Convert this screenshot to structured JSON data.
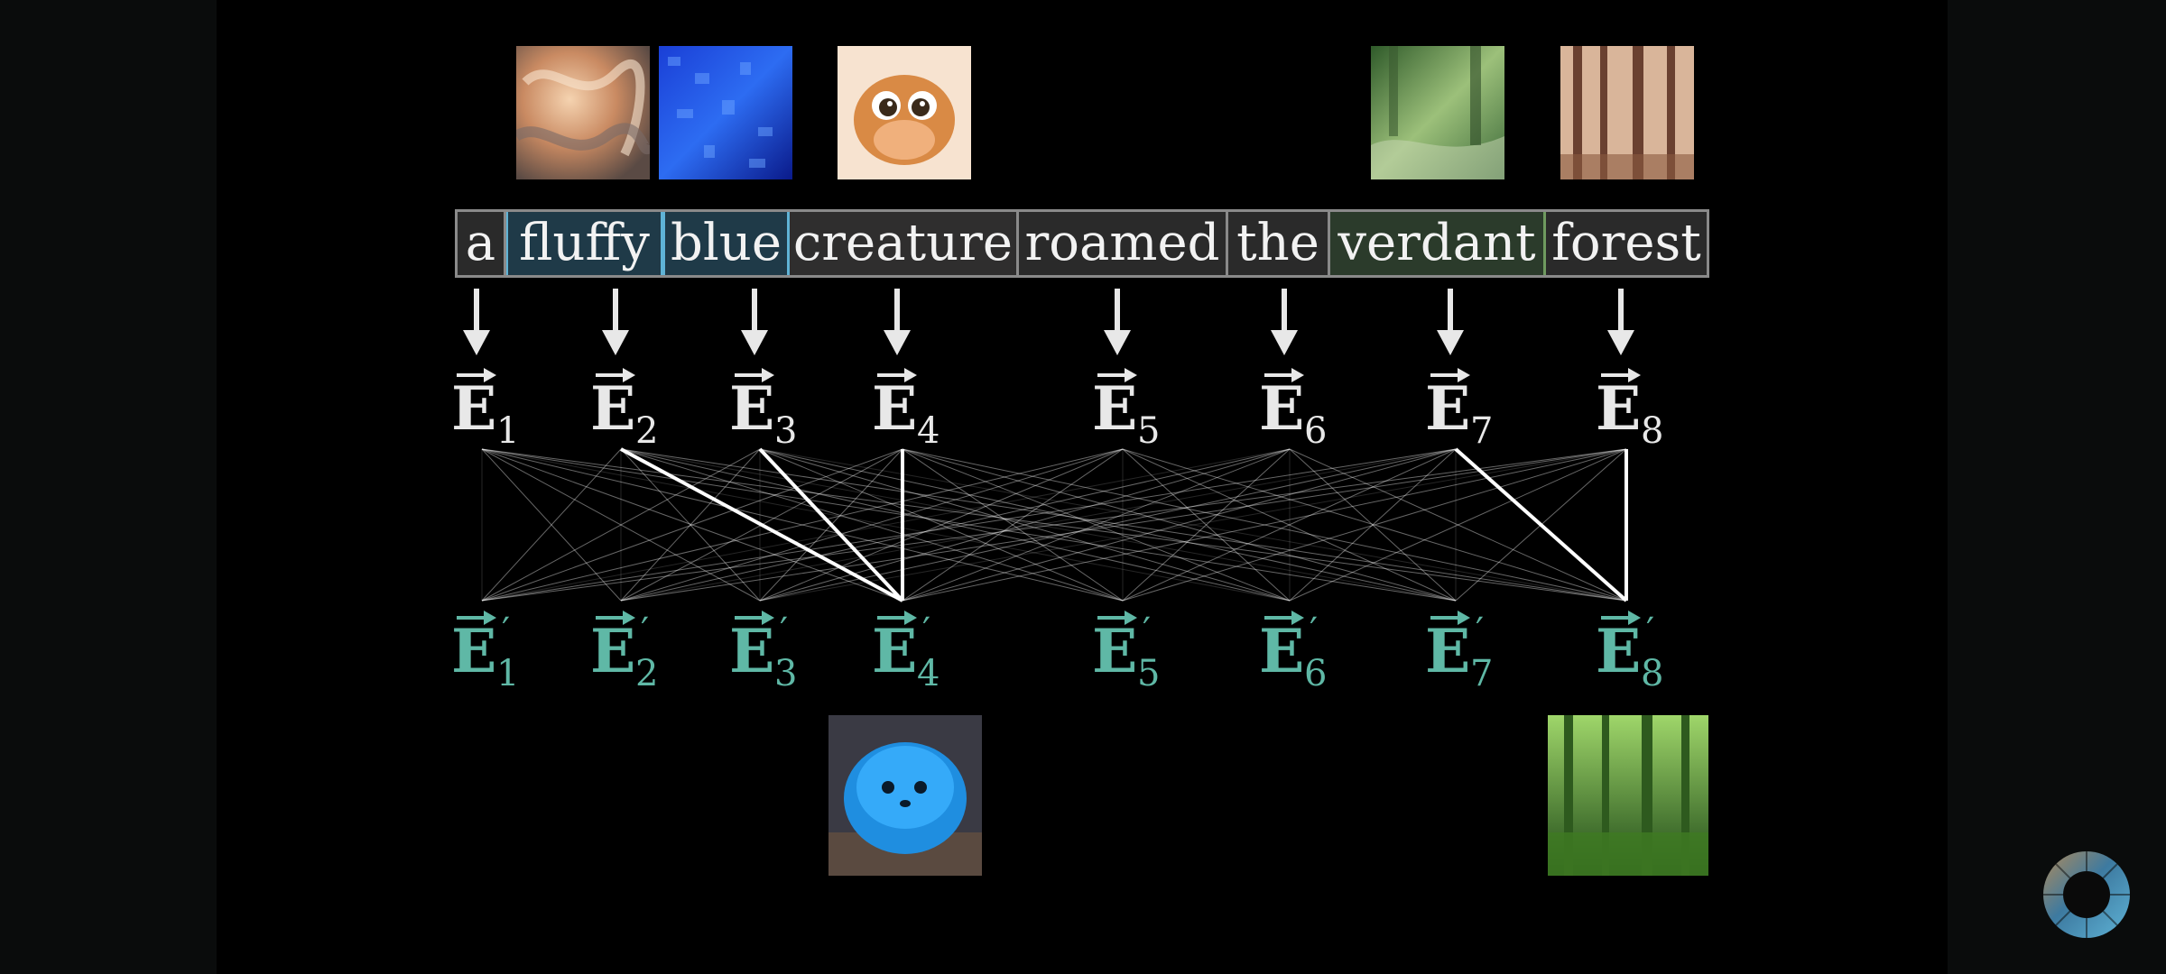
{
  "sentence": {
    "tokens": [
      "a",
      "fluffy",
      "blue",
      "creature",
      "roamed",
      "the",
      "verdant",
      "forest"
    ]
  },
  "inputs": [
    {
      "letter": "E",
      "sub": "1"
    },
    {
      "letter": "E",
      "sub": "2"
    },
    {
      "letter": "E",
      "sub": "3"
    },
    {
      "letter": "E",
      "sub": "4"
    },
    {
      "letter": "E",
      "sub": "5"
    },
    {
      "letter": "E",
      "sub": "6"
    },
    {
      "letter": "E",
      "sub": "7"
    },
    {
      "letter": "E",
      "sub": "8"
    }
  ],
  "outputs": [
    {
      "letter": "E",
      "sub": "1",
      "prime": "′"
    },
    {
      "letter": "E",
      "sub": "2",
      "prime": "′"
    },
    {
      "letter": "E",
      "sub": "3",
      "prime": "′"
    },
    {
      "letter": "E",
      "sub": "4",
      "prime": "′"
    },
    {
      "letter": "E",
      "sub": "5",
      "prime": "′"
    },
    {
      "letter": "E",
      "sub": "6",
      "prime": "′"
    },
    {
      "letter": "E",
      "sub": "7",
      "prime": "′"
    },
    {
      "letter": "E",
      "sub": "8",
      "prime": "′"
    }
  ],
  "colors": {
    "output_teal": "#5fb8a6",
    "token_border": "#8a8a8a",
    "highlight_blue": "#5fb3d6",
    "highlight_green": "#6f9a5f"
  }
}
